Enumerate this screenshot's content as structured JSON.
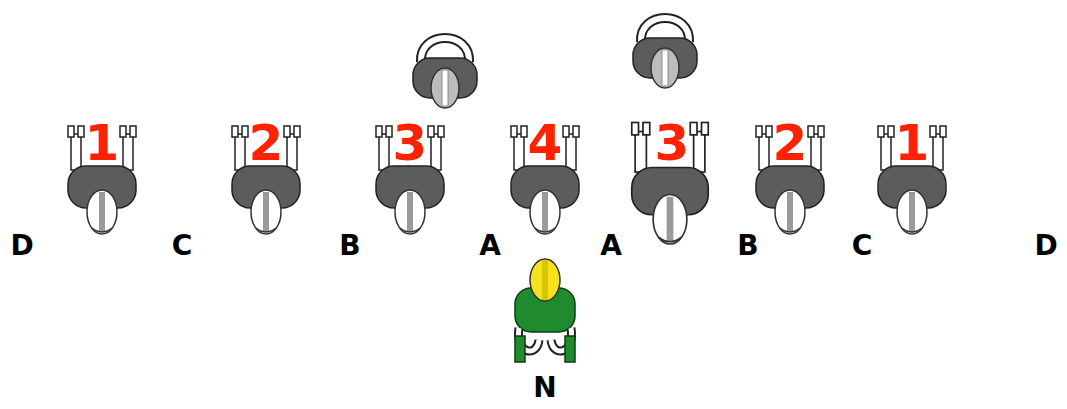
{
  "diagram": {
    "labels": [
      "1",
      "2",
      "3",
      "4",
      "3",
      "2",
      "1",
      "D",
      "C",
      "B",
      "A",
      "A",
      "B",
      "C",
      "D",
      "N"
    ]
  }
}
